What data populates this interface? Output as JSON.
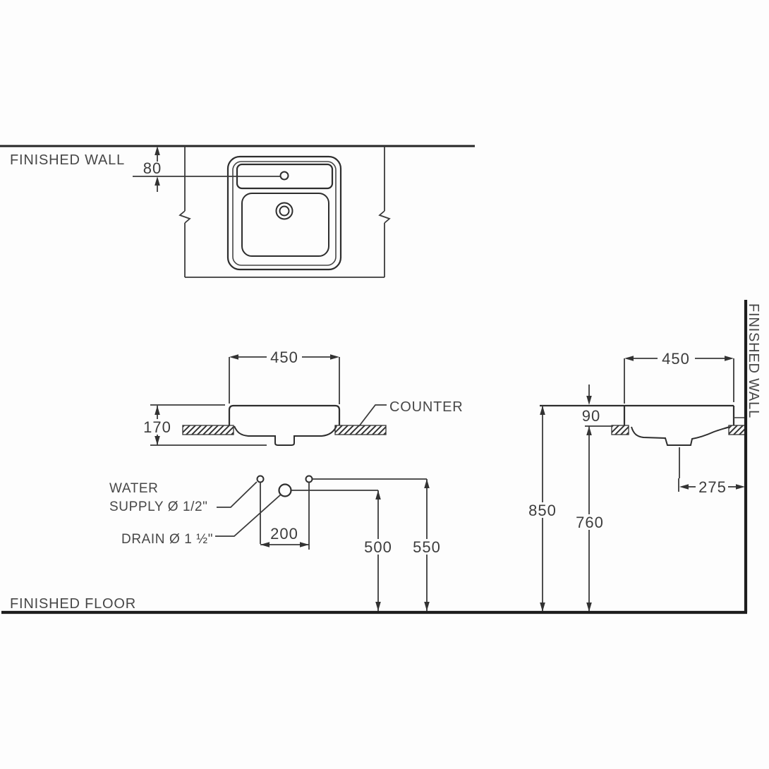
{
  "labels": {
    "finished_wall_top": "FINISHED WALL",
    "finished_wall_right": "FINISHED WALL",
    "finished_floor": "FINISHED FLOOR",
    "counter": "COUNTER",
    "water_supply_line1": "WATER",
    "water_supply_line2": "SUPPLY Ø 1/2\"",
    "drain": "DRAIN Ø 1 ½\""
  },
  "dimensions": {
    "faucet_hole_to_wall": "80",
    "basin_width_front": "450",
    "basin_total_height": "170",
    "basin_depth_side": "450",
    "rim_above_counter": "90",
    "rim_height_from_floor": "850",
    "counter_height_from_floor": "760",
    "drain_offset_from_wall": "275",
    "supply_to_drain_spacing": "200",
    "drain_height_from_floor": "500",
    "supply_height_from_floor": "550"
  }
}
